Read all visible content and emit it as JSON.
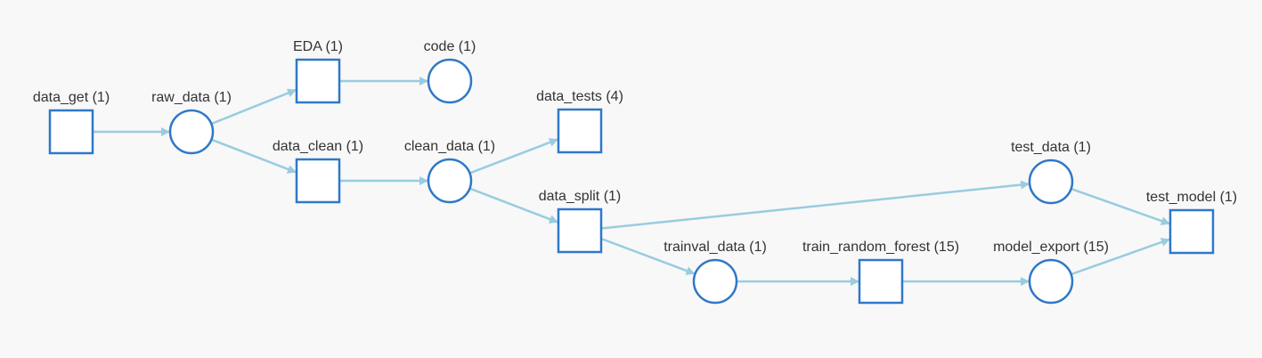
{
  "colors": {
    "background": "#f8f8f8",
    "node_stroke": "#2f78c8",
    "node_fill": "#ffffff",
    "filled_node": "#3178c6",
    "edge": "#99cce0",
    "label": "#333333"
  },
  "nodes": [
    {
      "id": "data_get",
      "label": "data_get (1)",
      "shape": "square",
      "filled": false
    },
    {
      "id": "raw_data",
      "label": "raw_data (1)",
      "shape": "circle",
      "filled": false
    },
    {
      "id": "EDA",
      "label": "EDA (1)",
      "shape": "square",
      "filled": false
    },
    {
      "id": "code",
      "label": "code (1)",
      "shape": "circle",
      "filled": true
    },
    {
      "id": "data_clean",
      "label": "data_clean (1)",
      "shape": "square",
      "filled": false
    },
    {
      "id": "clean_data",
      "label": "clean_data (1)",
      "shape": "circle",
      "filled": false
    },
    {
      "id": "data_tests",
      "label": "data_tests (4)",
      "shape": "square",
      "filled": false
    },
    {
      "id": "data_split",
      "label": "data_split (1)",
      "shape": "square",
      "filled": false
    },
    {
      "id": "trainval_data",
      "label": "trainval_data (1)",
      "shape": "circle",
      "filled": false
    },
    {
      "id": "train_random_forest",
      "label": "train_random_forest (15)",
      "shape": "square",
      "filled": false
    },
    {
      "id": "model_export",
      "label": "model_export (15)",
      "shape": "circle",
      "filled": false
    },
    {
      "id": "test_data",
      "label": "test_data (1)",
      "shape": "circle",
      "filled": false
    },
    {
      "id": "test_model",
      "label": "test_model (1)",
      "shape": "square",
      "filled": false
    }
  ],
  "edges": [
    {
      "from": "data_get",
      "to": "raw_data"
    },
    {
      "from": "raw_data",
      "to": "EDA"
    },
    {
      "from": "raw_data",
      "to": "data_clean"
    },
    {
      "from": "EDA",
      "to": "code"
    },
    {
      "from": "data_clean",
      "to": "clean_data"
    },
    {
      "from": "clean_data",
      "to": "data_tests"
    },
    {
      "from": "clean_data",
      "to": "data_split"
    },
    {
      "from": "data_split",
      "to": "test_data"
    },
    {
      "from": "data_split",
      "to": "trainval_data"
    },
    {
      "from": "trainval_data",
      "to": "train_random_forest"
    },
    {
      "from": "train_random_forest",
      "to": "model_export"
    },
    {
      "from": "model_export",
      "to": "test_model"
    },
    {
      "from": "test_data",
      "to": "test_model"
    }
  ]
}
